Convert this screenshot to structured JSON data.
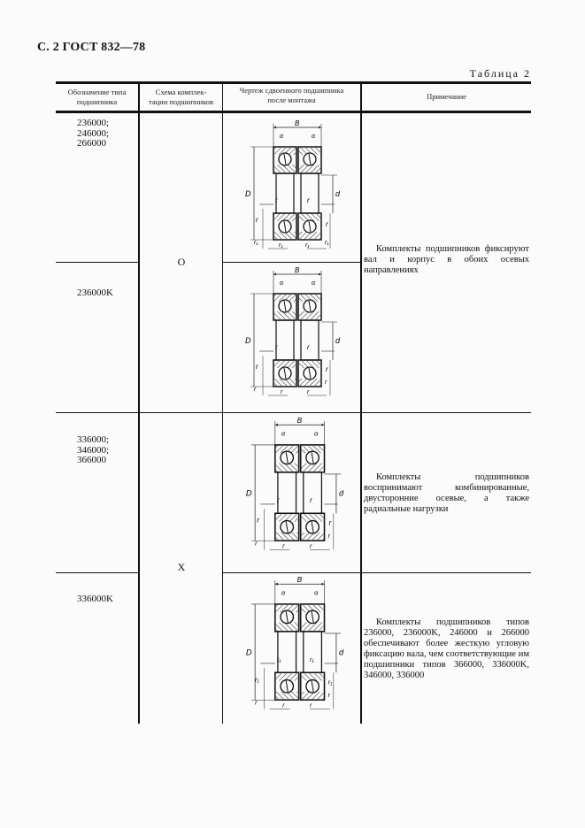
{
  "page": {
    "header": "С. 2 ГОСТ 832—78",
    "table_label": "Таблица 2"
  },
  "table": {
    "columns": [
      {
        "line1": "Обозначение типа",
        "line2": "подшипника"
      },
      {
        "line1": "Схема комплек-",
        "line2": "тации подшипников"
      },
      {
        "line1": "Чертеж сдвоенного подшипника",
        "line2": "после монтажа"
      },
      {
        "line1": "Примечание",
        "line2": ""
      }
    ],
    "groups": [
      {
        "scheme": "O",
        "rows": [
          {
            "types": [
              "236000;",
              "246000;",
              "266000"
            ],
            "drawing": "bearing-pair-o-arrangement-r1"
          },
          {
            "types": [
              "236000K"
            ],
            "drawing": "bearing-pair-o-arrangement-r"
          }
        ],
        "note": "Комплекты подшипников фиксируют вал и корпус в обоих осевых направлениях"
      },
      {
        "scheme": "X",
        "rows": [
          {
            "types": [
              "336000;",
              "346000;",
              "366000"
            ],
            "drawing": "bearing-pair-x-arrangement-r",
            "note": "Комплекты подшипников воспринимают комбинированные, двусторонние осевые, а также радиальные нагрузки"
          },
          {
            "types": [
              "336000K"
            ],
            "drawing": "bearing-pair-x-arrangement-r1",
            "note": "Комплекты подшипников типов 236000, 236000K, 246000 и 266000 обеспечивают более жесткую угловую фиксацию вала, чем соответствующие им подшипники типов 366000, 336000K, 346000, 336000"
          }
        ]
      }
    ]
  },
  "drawing_labels": {
    "width": "B",
    "outer_diameter": "D",
    "bore": "d",
    "angle": "α",
    "radius": "r",
    "radius1": "r₁"
  }
}
